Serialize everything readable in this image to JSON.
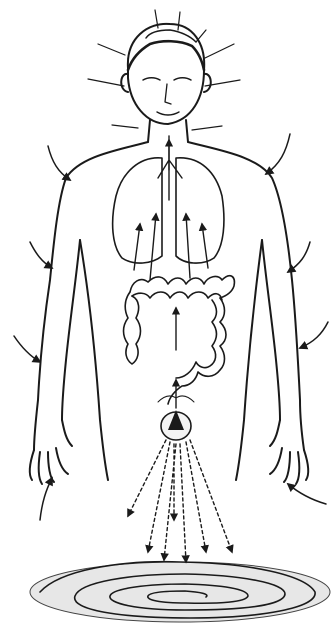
{
  "figure": {
    "kind": "line-drawing",
    "background_color": "#ffffff",
    "ink_color": "#1a1a1a",
    "elements": {
      "figure": "human-figure",
      "lungs": "lungs",
      "colon": "large-intestine",
      "pelvic_center": "pelvic-energy-center",
      "vortex": "earth-spiral-vortex",
      "arrows_in": "incoming-energy-arrows",
      "arrows_up": "upward-energy-arrows",
      "arrows_down": "downward-dotted-energy-arrows",
      "head_rays": "head-radiating-lines"
    }
  }
}
